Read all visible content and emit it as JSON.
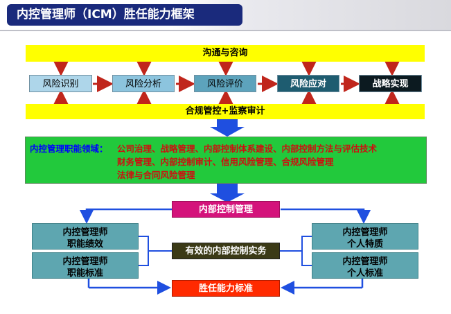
{
  "title": "内控管理师（ICM）胜任能力框架",
  "top_bar": "沟通与咨询",
  "bottom_bar": "合规管控+监察审计",
  "steps": [
    "风险识别",
    "风险分析",
    "风险评价",
    "风险应对",
    "战略实现"
  ],
  "domain_box": {
    "label": "内控管理职能领域：",
    "line1": "公司治理、战略管理、内部控制体系建设、内部控制方法与评估技术",
    "line2": "财务管理、内部控制审计、信用风险管理、合规风险管理",
    "line3": "法律与合同风险管理"
  },
  "internal_control_mgmt": "内部控制管理",
  "effective_practice": "有效的内部控制实务",
  "competency_standard": "胜任能力标准",
  "left_boxes": [
    {
      "line1": "内控管理师",
      "line2": "职能绩效"
    },
    {
      "line1": "内控管理师",
      "line2": "职能标准"
    }
  ],
  "right_boxes": [
    {
      "line1": "内控管理师",
      "line2": "个人特质"
    },
    {
      "line1": "内控管理师",
      "line2": "个人标准"
    }
  ],
  "colors": {
    "title_bg": "#1a2a7c",
    "yellow": "#ffff00",
    "green": "#22c93c",
    "teal": "#5ea6b0",
    "magenta": "#d4137b",
    "olive": "#3b3a16",
    "red": "#ff2a00",
    "blue_arrow": "#1f4fe0",
    "red_text": "#cc1010"
  }
}
